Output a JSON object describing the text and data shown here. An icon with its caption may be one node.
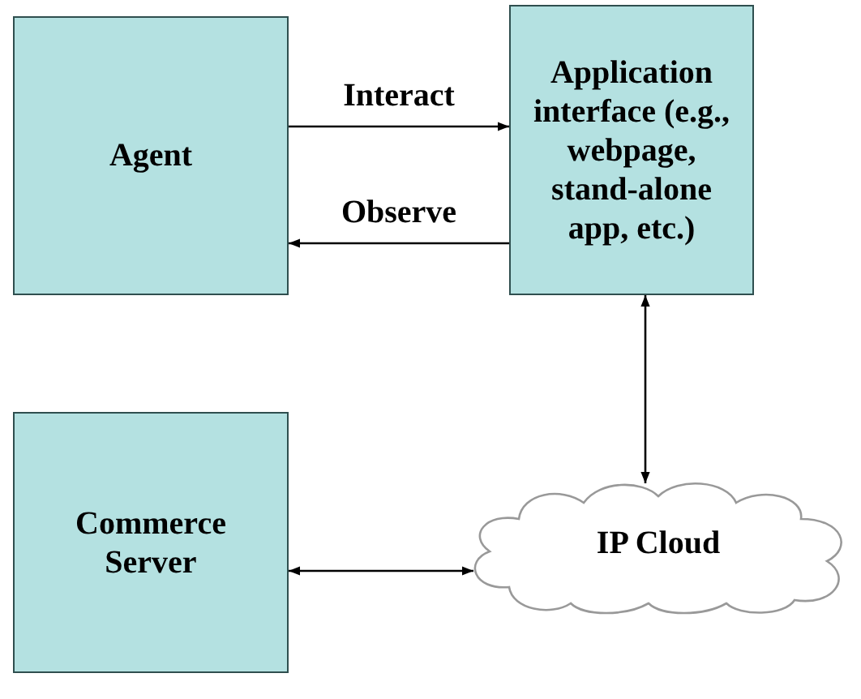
{
  "diagram": {
    "nodes": [
      {
        "text": [
          "Agent"
        ]
      },
      {
        "text": [
          "Application interface (e.g., webpage, stand-alone app, etc.)"
        ]
      },
      {
        "text": [
          "Commerce Server"
        ]
      },
      {
        "text": [
          "IP Cloud"
        ]
      }
    ],
    "edges": [
      {
        "from": 0,
        "to": 1,
        "arrow": "to",
        "label": "Interact"
      },
      {
        "from": 1,
        "to": 0,
        "arrow": "to",
        "label": "Observe"
      },
      {
        "from": 1,
        "to": 3,
        "arrow": "both"
      },
      {
        "from": 2,
        "to": 3,
        "arrow": "both"
      }
    ]
  }
}
